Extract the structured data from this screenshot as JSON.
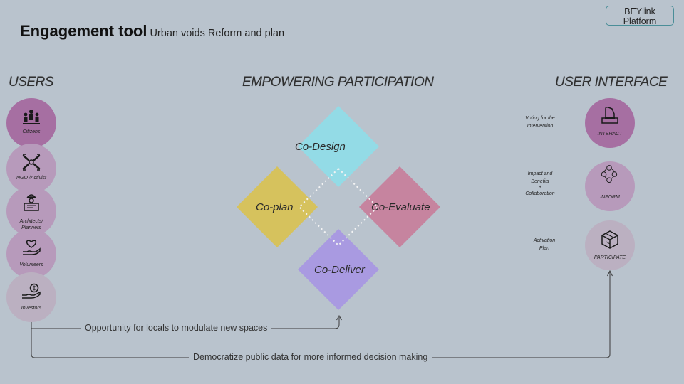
{
  "header": {
    "title": "Engagement tool",
    "subtitle": "Urban voids Reform and plan",
    "badge_line1": "BEYlink",
    "badge_line2": "Platform"
  },
  "sections": {
    "users": "USERS",
    "center": "EMPOWERING PARTICIPATION",
    "ui": "USER INTERFACE"
  },
  "users": [
    {
      "label": "Citizens",
      "icon": "citizens-group-icon",
      "color": "#a66fa2"
    },
    {
      "label": "NGO /Activist",
      "icon": "activist-hands-icon",
      "color": "#b79abb"
    },
    {
      "label_line1": "Architects/",
      "label_line2": "Planners",
      "icon": "architect-icon",
      "color": "#b79abb"
    },
    {
      "label": "Volunteers",
      "icon": "heart-hand-icon",
      "color": "#b79abb"
    },
    {
      "label": "Investors",
      "icon": "coin-hand-icon",
      "color": "#bbb0c1"
    }
  ],
  "diamonds": {
    "top": {
      "label": "Co-Design",
      "color": "#93dbe6"
    },
    "left": {
      "label": "Co-plan",
      "color": "#d6c25d"
    },
    "right": {
      "label": "Co-Evaluate",
      "color": "#c6849f"
    },
    "bottom": {
      "label": "Co-Deliver",
      "color": "#a99ae1"
    }
  },
  "interface": [
    {
      "desc_line1": "Voting for the",
      "desc_line2": "Intervention",
      "label": "INTERACT",
      "icon": "ballot-vote-icon",
      "color": "#a66fa2"
    },
    {
      "desc_line1": "Impact and",
      "desc_line2": "Benefits",
      "desc_line3": "+",
      "desc_line4": "Collaboration",
      "label": "INFORM",
      "icon": "network-people-icon",
      "color": "#b79abb"
    },
    {
      "desc_line1": "Activation",
      "desc_line2": "Plan",
      "label": "PARTICIPATE",
      "icon": "cube-participate-icon",
      "color": "#bbb0c1"
    }
  ],
  "flows": {
    "inner": "Opportunity for locals to modulate new spaces",
    "outer": "Democratize public data for more informed decision making"
  }
}
